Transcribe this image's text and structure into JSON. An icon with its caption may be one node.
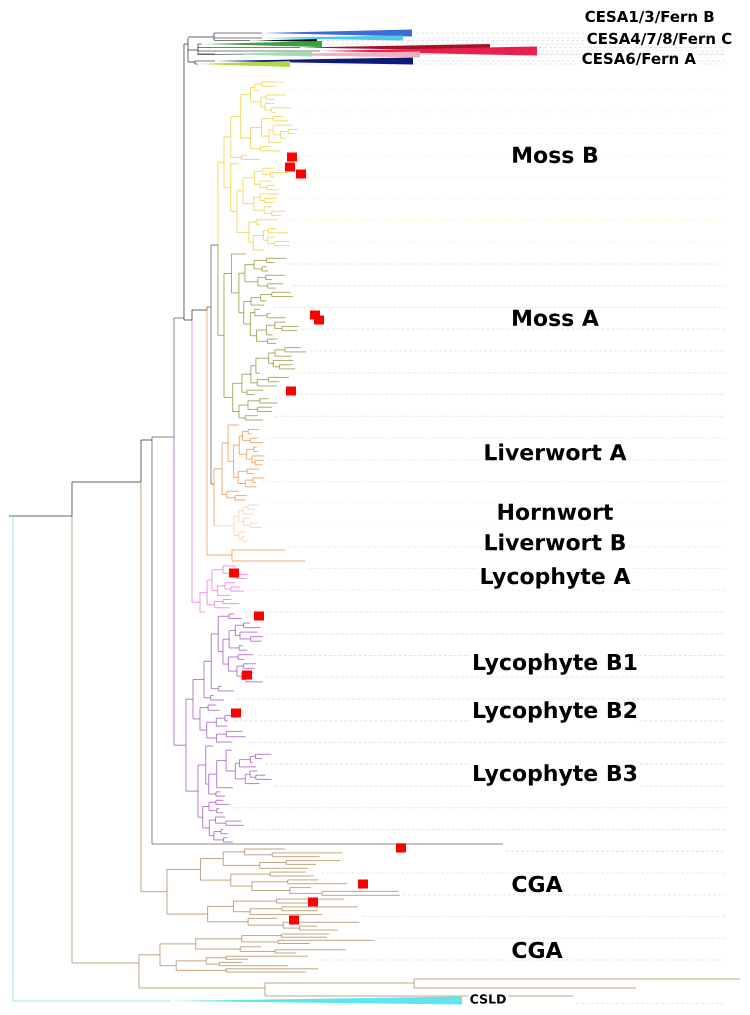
{
  "diagram": {
    "labels": [
      "CESA1/3/Fern B",
      "CESA4/7/8/Fern C",
      "CESA6/Fern A",
      "Moss B",
      "Moss A",
      "Liverwort A",
      "Hornwort",
      "Liverwort B",
      "Lycophyte A",
      "Lycophyte B1",
      "Lycophyte B2",
      "Lycophyte B3",
      "CGA",
      "CGA",
      "CSLD"
    ]
  }
}
